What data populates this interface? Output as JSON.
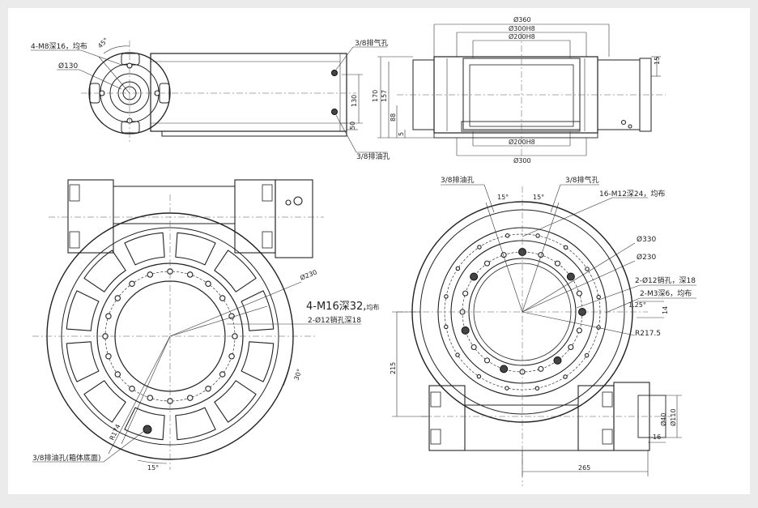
{
  "labels": {
    "m8_holes": "4-M8深16，均布",
    "angle_45": "45°",
    "d130": "Ø130",
    "vent_top": "3/8排气孔",
    "h130": "130",
    "h50": "50",
    "drain_side": "3/8排油孔",
    "d360": "Ø360",
    "d300h8": "Ø300H8",
    "d200h8_top": "Ø200H8",
    "h15": "15",
    "h170": "170",
    "h157": "157",
    "h88": "88",
    "h5": "5",
    "d200h8_bot": "Ø200H8",
    "d300": "Ø300",
    "d230_left": "Ø230",
    "m16_holes_main": "4-M16深32,",
    "m16_holes_tail": "均布",
    "pin_holes_left": "2-Ø12销孔深18",
    "angle_30": "30°",
    "r174": "R174",
    "drain_bottom": "3/8排油孔(箱体底面)",
    "angle_15_left": "15°",
    "drain_top_right": "3/8排油孔",
    "vent_top_right": "3/8排气孔",
    "angle_15_a": "15°",
    "angle_15_b": "15°",
    "m12_holes": "16-M12深24，均布",
    "d330": "Ø330",
    "d230_right": "Ø230",
    "pin_holes_right": "2-Ø12销孔，深18",
    "m3_holes": "2-M3深6，均布",
    "angle_125": "1.25°",
    "r217": "R217.5",
    "h215": "215",
    "h14": "14",
    "d40": "Ø40",
    "d110": "Ø110",
    "h16": "16",
    "w265": "265"
  }
}
